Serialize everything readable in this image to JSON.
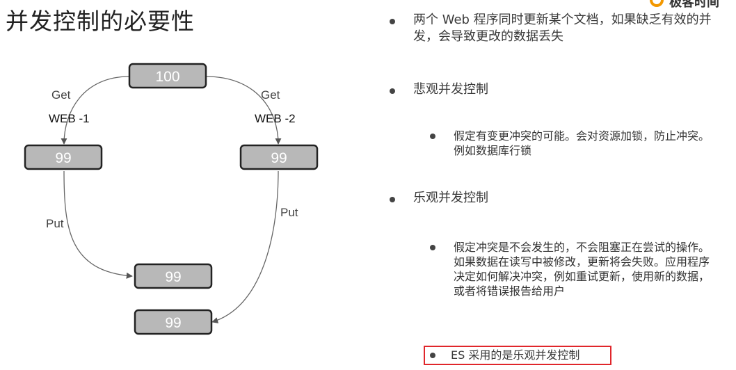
{
  "slide": {
    "title": "并发控制的必要性"
  },
  "logo": {
    "text": "极客时间"
  },
  "diagram": {
    "nodes": {
      "top": "100",
      "left": "99",
      "right": "99",
      "bottom1": "99",
      "bottom2": "99"
    },
    "edges": {
      "left_get": "Get",
      "left_web": "WEB -1",
      "right_get": "Get",
      "right_web": "WEB -2",
      "left_put": "Put",
      "right_put": "Put"
    }
  },
  "bullets": [
    {
      "text": "两个 Web 程序同时更新某个文档，如果缺乏有效的并发，会导致更改的数据丢失"
    },
    {
      "text": "悲观并发控制"
    },
    {
      "text": "假定有变更冲突的可能。会对资源加锁，防止冲突。例如数据库行锁"
    },
    {
      "text": "乐观并发控制"
    },
    {
      "text": "假定冲突是不会发生的，不会阻塞正在尝试的操作。如果数据在读写中被修改，更新将会失败。应用程序决定如何解决冲突，例如重试更新，使用新的数据，或者将错误报告给用户"
    },
    {
      "text": "ES 采用的是乐观并发控制"
    }
  ],
  "colors": {
    "node_fill": "#b8b8b8",
    "node_border": "#222222",
    "highlight_border": "#e0262b",
    "logo_accent": "#f39800"
  }
}
